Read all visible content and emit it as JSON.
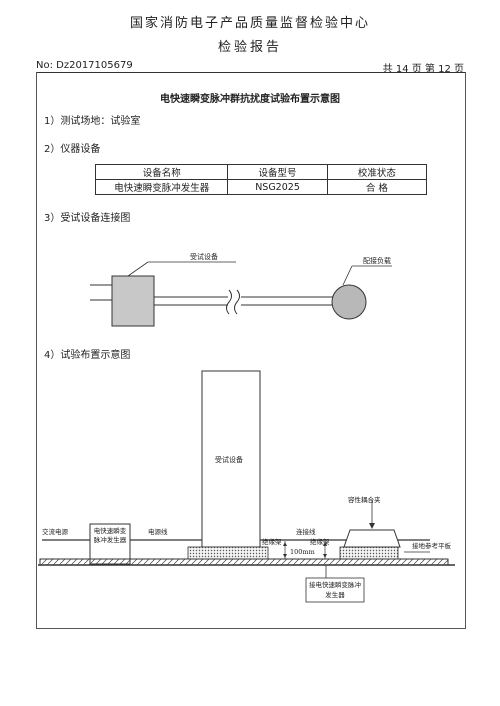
{
  "header": {
    "org": "国家消防电子产品质量监督检验中心",
    "report": "检验报告",
    "number": "No: Dz2017105679",
    "pages": "共 14 页    第 12 页"
  },
  "title": "电快速瞬变脉冲群抗扰度试验布置示意图",
  "sections": {
    "s1": "1）测试场地：试验室",
    "s2": "2）仪器设备",
    "s3": "3）受试设备连接图",
    "s4": "4）试验布置示意图"
  },
  "equipment_table": {
    "headers": [
      "设备名称",
      "设备型号",
      "校准状态"
    ],
    "rows": [
      [
        "电快速瞬变脉冲发生器",
        "NSG2025",
        "合 格"
      ]
    ]
  },
  "connection_diagram": {
    "eut_label": "受试设备",
    "load_label": "配接负载"
  },
  "layout_diagram": {
    "eut": "受试设备",
    "coupling_clamp": "容性耦合夹",
    "ac_power": "交流电源",
    "generator": "电快速瞬变脉冲发生器",
    "power_line": "电源线",
    "connection_line": "连接线",
    "insulator_left": "绝缘架",
    "insulator_right": "绝缘架",
    "distance": "100mm",
    "ground_plane": "接地参考平板",
    "to_generator": "接电快速瞬变脉冲发生器"
  }
}
